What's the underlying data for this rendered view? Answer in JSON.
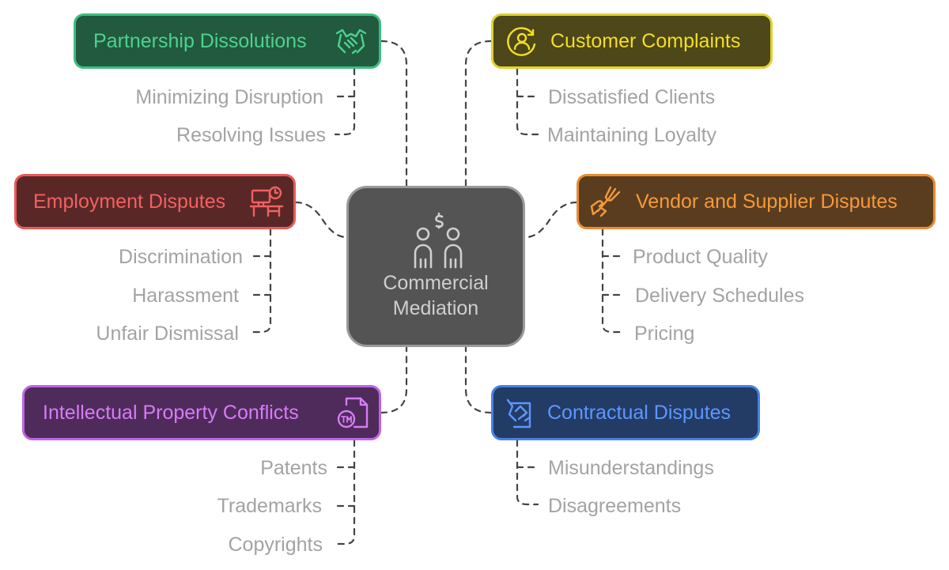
{
  "center": {
    "title_line1": "Commercial",
    "title_line2": "Mediation",
    "icon": "mediation-people-icon"
  },
  "nodes": [
    {
      "id": "partnership",
      "label": "Partnership Dissolutions",
      "icon": "handshake-icon",
      "fill": "#215a3e",
      "border": "#3dbd7f",
      "text": "#4fd190",
      "items": [
        "Minimizing Disruption",
        "Resolving Issues"
      ]
    },
    {
      "id": "customer",
      "label": "Customer Complaints",
      "icon": "customer-headset-icon",
      "fill": "#4d4719",
      "border": "#e0d22e",
      "text": "#f2df26",
      "items": [
        "Dissatisfied Clients",
        "Maintaining Loyalty"
      ]
    },
    {
      "id": "employment",
      "label": "Employment Disputes",
      "icon": "office-desk-icon",
      "fill": "#5a2727",
      "border": "#e85a5a",
      "text": "#f26161",
      "items": [
        "Discrimination",
        "Harassment",
        "Unfair Dismissal"
      ]
    },
    {
      "id": "vendor",
      "label": "Vendor and Supplier Disputes",
      "icon": "fork-hand-icon",
      "fill": "#5a3d1f",
      "border": "#e98c33",
      "text": "#f49a3c",
      "items": [
        "Product Quality",
        "Delivery Schedules",
        "Pricing"
      ]
    },
    {
      "id": "ip",
      "label": "Intellectual Property Conflicts",
      "icon": "trademark-document-icon",
      "fill": "#4f2b5b",
      "border": "#c065e3",
      "text": "#d67cf5",
      "items": [
        "Patents",
        "Trademarks",
        "Copyrights"
      ]
    },
    {
      "id": "contract",
      "label": "Contractual Disputes",
      "icon": "signed-contract-icon",
      "fill": "#233c66",
      "border": "#4b82e2",
      "text": "#5c97ff",
      "items": [
        "Misunderstandings",
        "Disagreements"
      ]
    }
  ]
}
